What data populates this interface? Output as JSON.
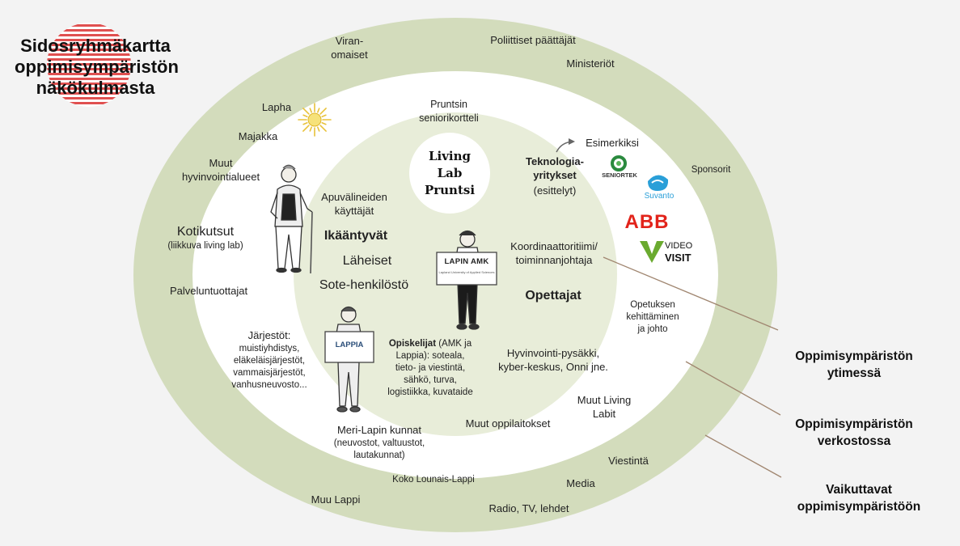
{
  "title": "Sidosryhmäkartta oppimisympäristön näkökulmasta",
  "center": "Living Lab Pruntsi",
  "colors": {
    "background": "#f3f3f3",
    "outer_ring": "#d3dcbc",
    "middle_ring": "#ffffff",
    "inner_disc": "#e8edd9",
    "title_stripes": "#e05050",
    "connector": "#a08670"
  },
  "outer_ring": {
    "viranomaiset": "Viran-\nomaiset",
    "poliittiset": "Poliittiset päättäjät",
    "ministeriot": "Ministeriöt",
    "sponsorit": "Sponsorit",
    "viestinta": "Viestintä",
    "media": "Media",
    "radio": "Radio, TV, lehdet",
    "muu_lappi": "Muu Lappi"
  },
  "middle_ring": {
    "lapha": "Lapha",
    "majakka": "Majakka",
    "muut_hyvinvointialueet": "Muut\nhyvinvointialueet",
    "kotikutsut": "Kotikutsut",
    "kotikutsut_sub": "(liikkuva living lab)",
    "palveluntuottajat": "Palveluntuottajat",
    "jarjestot": "Järjestöt:",
    "jarjestot_list": "muistiyhdistys,\neläkeläisjärjestöt,\nvammaisjärjestöt,\nvanhusneuvosto...",
    "meri_lappi": "Meri-Lapin kunnat",
    "meri_lappi_sub": "(neuvostot, valtuustot,\nlautakunnat)",
    "koko_lounais": "Koko Lounais-Lappi",
    "opetuksen": "Opetuksen\nkehittäminen\nja johto",
    "muut_living_labit": "Muut Living\nLabit"
  },
  "inner": {
    "pruntsin_kortteli": "Pruntsin\nseniorikortteli",
    "apuvalineiden": "Apuvälineiden\nkäyttäjät",
    "ikaantyvat": "Ikääntyvät",
    "laheiset": "Läheiset",
    "sote": "Sote-henkilöstö",
    "esimerkiksi": "Esimerkiksi",
    "teknologia": "Teknologia-\nyritykset",
    "esittelyt": "(esittelyt)",
    "koordinaattori": "Koordinaattoritiimi/\ntoiminnanjohtaja",
    "opettajat": "Opettajat",
    "opiskelijat_bold": "Opiskelijat",
    "opiskelijat_rest": " (AMK ja\nLappia):  soteala,\ntieto- ja viestintä,\nsähkö, turva,\nlogistiikka, kuvataide",
    "hyvinvointi": "Hyvinvointi-pysäkki,\nkyber-keskus, Onni jne.",
    "muut_oppilaitokset": "Muut oppilaitokset"
  },
  "signs": {
    "lapin_amk": "LAPIN AMK",
    "lapin_amk_sub": "Lapland University of Applied Sciences",
    "lappia": "LAPPIA"
  },
  "logos": {
    "seniortek": "SENIORTEK",
    "suvanto": "Suvanto",
    "abb": "ABB",
    "video": "VIDEO",
    "visit": "VISIT"
  },
  "icons": {
    "sun": "sun-icon",
    "arrow": "curved-arrow-icon"
  },
  "legend": {
    "core": "Oppimisympäristön\nytimessä",
    "network": "Oppimisympäristön\nverkostossa",
    "affecting": "Vaikuttavat\noppimisympäristöön"
  }
}
